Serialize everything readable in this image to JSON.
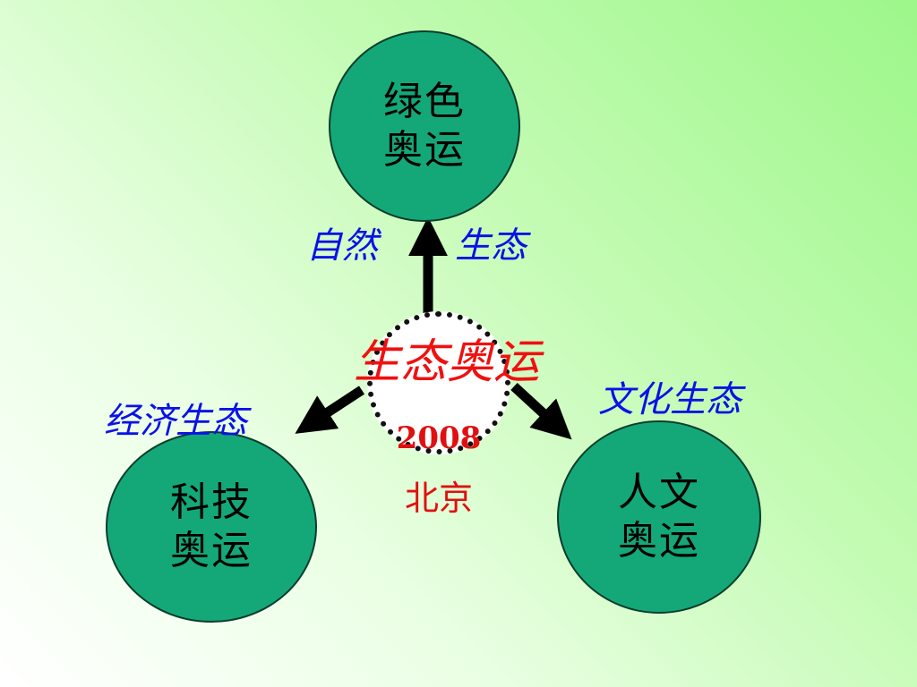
{
  "nodes": {
    "green": {
      "line1": "绿色",
      "line2": "奥运"
    },
    "tech": {
      "line1": "科技",
      "line2": "奥运"
    },
    "humanities": {
      "line1": "人文",
      "line2": "奥运"
    }
  },
  "center": {
    "title": "生态奥运",
    "year": "2008",
    "city": "北京"
  },
  "labels": {
    "nature": "自然",
    "ecology": "生态",
    "economy": "经济生态",
    "culture": "文化生态"
  },
  "colors": {
    "node_fill": "#14a879",
    "label_blue": "#0a12e6",
    "center_red": "#f01010"
  }
}
